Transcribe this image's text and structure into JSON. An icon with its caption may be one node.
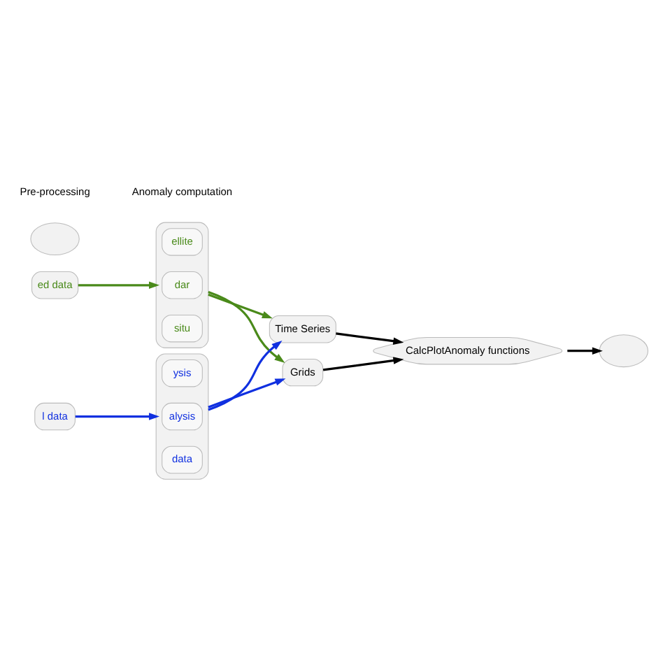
{
  "diagram": {
    "nodes": [
      {
        "text": [
          "ed data"
        ]
      },
      {
        "text": [],
        "shape": "box"
      },
      {
        "text": [
          "ellite"
        ],
        "in": 1
      },
      {
        "text": [
          "dar"
        ],
        "in": 1
      },
      {
        "text": [
          "situ"
        ],
        "in": 1
      },
      {
        "text": [],
        "shape": "box"
      },
      {
        "text": [
          "ysis"
        ],
        "in": 5
      },
      {
        "text": [
          "alysis"
        ],
        "in": 5
      },
      {
        "text": [
          "data"
        ],
        "in": 5
      },
      {
        "text": [
          "l data"
        ]
      },
      {
        "text": [
          "Time Series"
        ]
      },
      {
        "text": [
          "Grids"
        ]
      },
      {
        "text": [
          "CalcPlotAnomaly functions"
        ]
      },
      {
        "text": [],
        "shape": "circle"
      },
      {
        "text": [],
        "shape": "circle"
      }
    ],
    "edges": [
      {
        "from": 0,
        "to": 1,
        "arrow": "to",
        "color": "#4a8a1a"
      },
      {
        "from": 9,
        "to": 5,
        "arrow": "to",
        "color": "#1030e0"
      },
      {
        "from": 1,
        "to": 10,
        "arrow": "to",
        "color": "#4a8a1a"
      },
      {
        "from": 1,
        "to": 11,
        "arrow": "to",
        "color": "#4a8a1a"
      },
      {
        "from": 5,
        "to": 10,
        "arrow": "to",
        "color": "#1030e0"
      },
      {
        "from": 5,
        "to": 11,
        "arrow": "to",
        "color": "#1030e0"
      },
      {
        "from": 10,
        "to": 12,
        "arrow": "to",
        "color": "#000000"
      },
      {
        "from": 11,
        "to": 12,
        "arrow": "to",
        "color": "#000000"
      },
      {
        "from": 12,
        "to": 13,
        "arrow": "to",
        "color": "#000000"
      }
    ],
    "labels": [
      "Pre-processing",
      "Anomaly computation"
    ]
  }
}
